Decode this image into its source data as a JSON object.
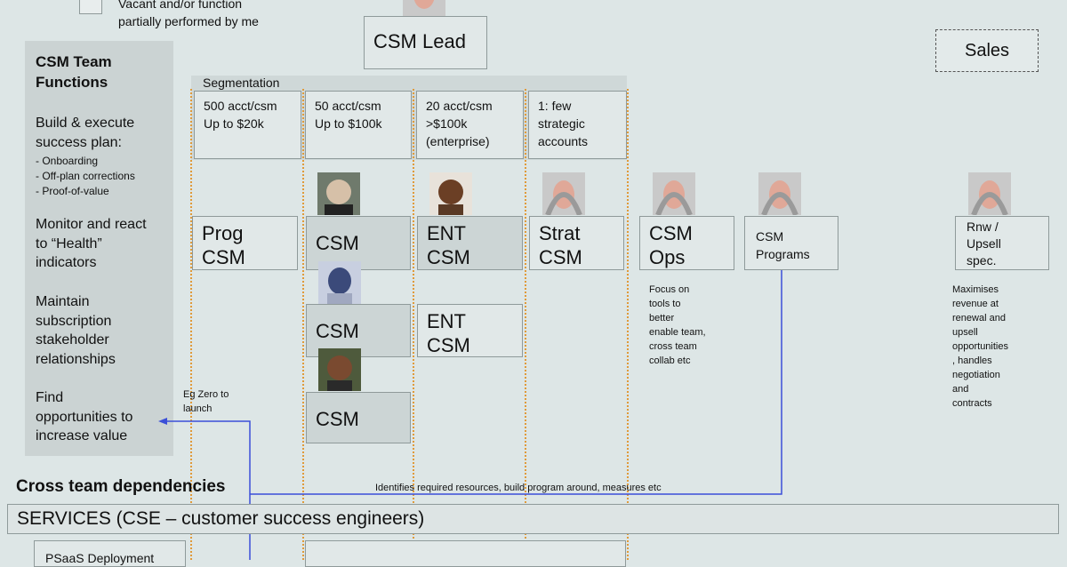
{
  "legend": {
    "label": "Vacant and/or function\npartially performed by me"
  },
  "lead": {
    "label": "CSM Lead"
  },
  "sales": {
    "label": "Sales"
  },
  "functions": {
    "title": "CSM Team\nFunctions",
    "items": [
      "Build & execute\nsuccess plan:",
      "Monitor and react\nto “Health”\nindicators",
      "Maintain\nsubscription\nstakeholder\nrelationships",
      "Find\nopportunities to\nincrease value"
    ],
    "subitems": [
      "- Onboarding",
      "- Off-plan corrections",
      "- Proof-of-value"
    ]
  },
  "segmentation": {
    "label": "Segmentation",
    "segments": [
      "500 acct/csm\nUp to $20k",
      "50 acct/csm\nUp to $100k",
      "20 acct/csm\n>$100k\n(enterprise)",
      "1: few\nstrategic\naccounts"
    ]
  },
  "roles": {
    "prog_csm": "Prog\nCSM",
    "csm1": "CSM",
    "csm2": "CSM",
    "csm3": "CSM",
    "ent_csm1": "ENT\nCSM",
    "ent_csm2": "ENT\nCSM",
    "strat_csm": "Strat\nCSM",
    "csm_ops": "CSM\nOps",
    "csm_programs": "CSM\nPrograms",
    "rnw_upsell": "Rnw /\nUpsell\nspec."
  },
  "notes": {
    "ops": "Focus on\ntools to\nbetter\nenable team,\ncross team\ncollab etc",
    "upsell": "Maximises\nrevenue at\nrenewal and\nupsell\nopportunities\n, handles\nnegotiation\nand\ncontracts",
    "eg_zero": "Eg Zero to\nlaunch",
    "identifies": "Identifies required resources, build program around, measures etc"
  },
  "cross_team": {
    "title": "Cross team dependencies"
  },
  "services": {
    "label": "SERVICES (CSE – customer success engineers)"
  },
  "psaas": {
    "label": "PSaaS Deployment"
  },
  "colors": {
    "background": "#dde6e6",
    "dotted": "#e09a3a",
    "arrow": "#3b4fd8",
    "panel": "#cbd3d3"
  },
  "icons": [
    "person-photo",
    "person-placeholder-icon",
    "arrow-icon"
  ]
}
